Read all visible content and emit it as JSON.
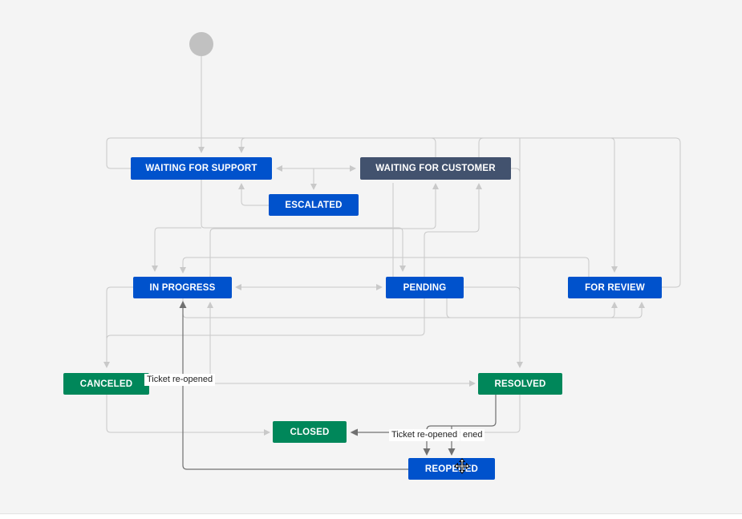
{
  "colors": {
    "blue": "#0052cc",
    "dark": "#42526e",
    "green": "#00875a",
    "start": "#c1c1c1",
    "edge": "#c9c9c9",
    "edge_active": "#707070"
  },
  "diagram": {
    "start_node": "start-circle",
    "statuses": [
      {
        "id": "waiting-for-support",
        "label": "WAITING FOR SUPPORT",
        "category": "blue"
      },
      {
        "id": "waiting-for-customer",
        "label": "WAITING FOR CUSTOMER",
        "category": "dark"
      },
      {
        "id": "escalated",
        "label": "ESCALATED",
        "category": "blue"
      },
      {
        "id": "in-progress",
        "label": "IN PROGRESS",
        "category": "blue"
      },
      {
        "id": "pending",
        "label": "PENDING",
        "category": "blue"
      },
      {
        "id": "for-review",
        "label": "FOR REVIEW",
        "category": "blue"
      },
      {
        "id": "canceled",
        "label": "CANCELED",
        "category": "green"
      },
      {
        "id": "resolved",
        "label": "RESOLVED",
        "category": "green"
      },
      {
        "id": "closed",
        "label": "CLOSED",
        "category": "green"
      },
      {
        "id": "reopened",
        "label": "REOPENED",
        "category": "blue"
      }
    ],
    "transition_labels": [
      {
        "id": "ticket-reopened-1",
        "text": "Ticket re-opened"
      },
      {
        "id": "ticket-reopened-2",
        "text": "Ticket re-opened"
      },
      {
        "id": "ticket-reopened-3-partial",
        "text": "ened"
      }
    ]
  }
}
